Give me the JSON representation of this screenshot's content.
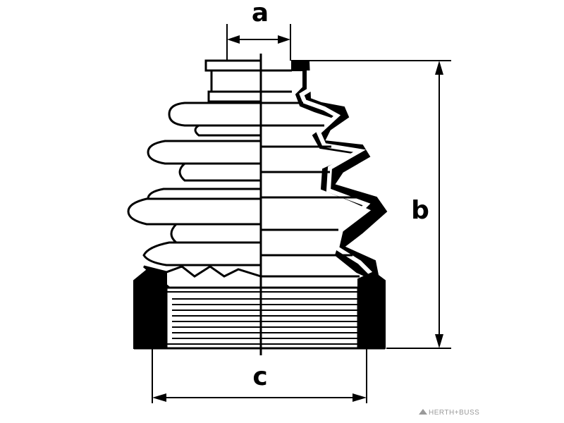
{
  "diagram": {
    "dimension_labels": {
      "a": "a",
      "b": "b",
      "c": "c"
    },
    "watermark": "HERTH+BUSS",
    "colors": {
      "ink": "#000000",
      "background": "#ffffff",
      "watermark": "#9a9a9a"
    }
  }
}
